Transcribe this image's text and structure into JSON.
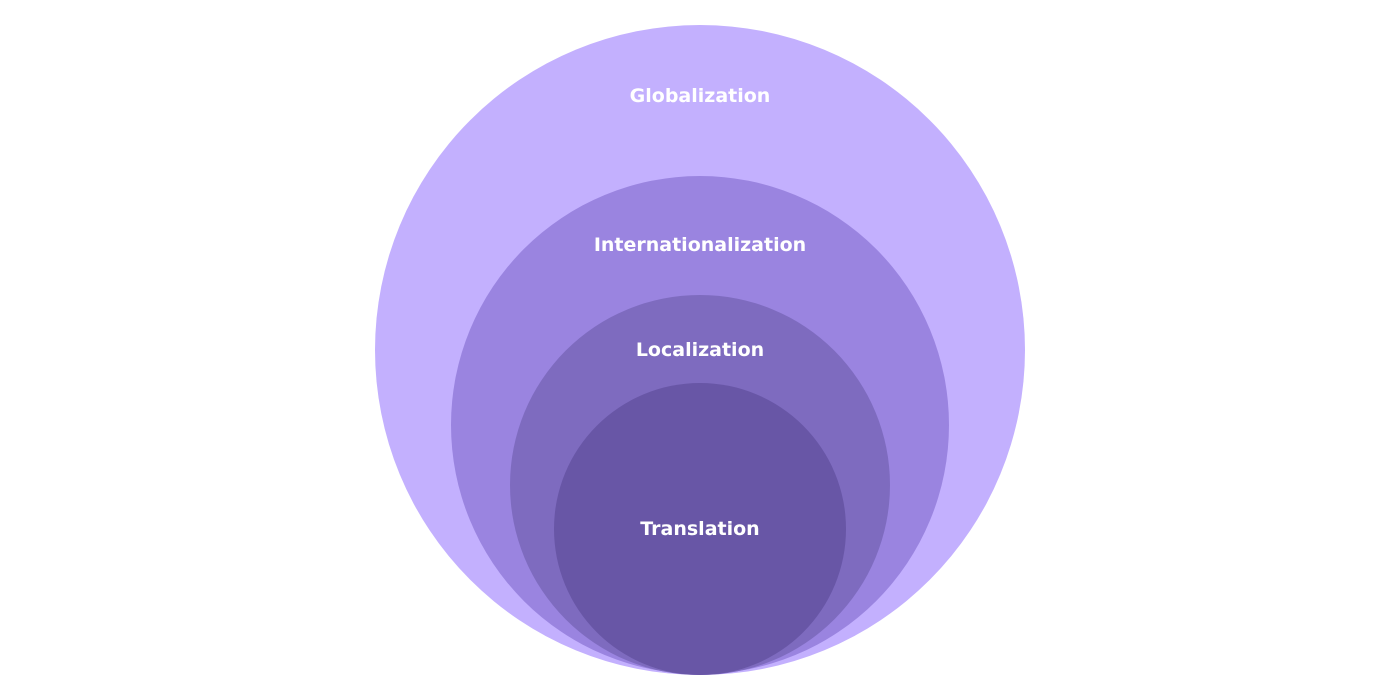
{
  "diagram": {
    "rings": [
      {
        "key": "globalization",
        "label": "Globalization",
        "color": "#c3b0fe"
      },
      {
        "key": "internationalization",
        "label": "Internationalization",
        "color": "#9a84e0"
      },
      {
        "key": "localization",
        "label": "Localization",
        "color": "#7e6bbf"
      },
      {
        "key": "translation",
        "label": "Translation",
        "color": "#6856a6"
      }
    ]
  }
}
